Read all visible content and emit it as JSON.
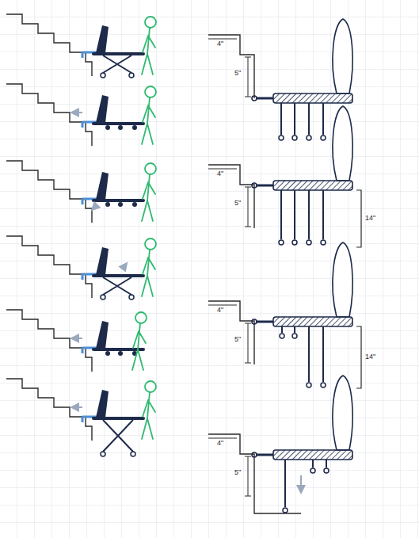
{
  "diagram": {
    "labels": [
      "4\"",
      "5\"",
      "4\"",
      "5\"",
      "14\"",
      "4\"",
      "5\"",
      "14\"",
      "4\"",
      "5\""
    ]
  }
}
